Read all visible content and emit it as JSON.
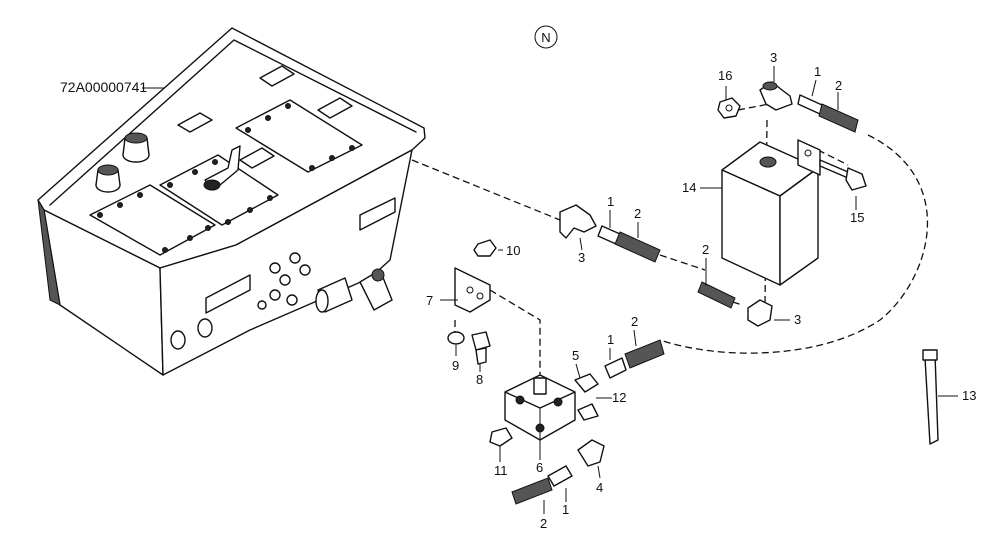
{
  "diagram": {
    "part_code": "72A00000741",
    "north_marker": "N",
    "callouts": {
      "c1a": "1",
      "c1b": "1",
      "c1c": "1",
      "c1d": "1",
      "c2a": "2",
      "c2b": "2",
      "c2c": "2",
      "c2d": "2",
      "c2e": "2",
      "c3a": "3",
      "c3b": "3",
      "c3c": "3",
      "c4": "4",
      "c5": "5",
      "c6": "6",
      "c7": "7",
      "c8": "8",
      "c9": "9",
      "c10": "10",
      "c11": "11",
      "c12": "12",
      "c13": "13",
      "c14": "14",
      "c15": "15",
      "c16": "16"
    }
  }
}
